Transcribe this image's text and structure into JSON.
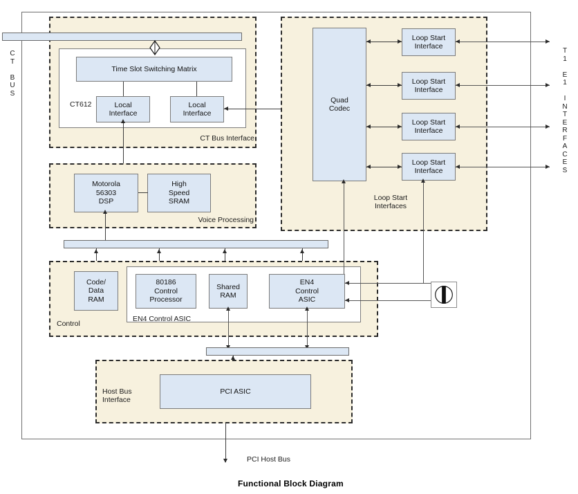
{
  "caption": "Functional Block Diagram",
  "edge_labels": {
    "ct_bus": "C\nT\n\nB\nU\nS",
    "t1e1": "T\n1\n\nE\n1\n\nI\nN\nT\nE\nR\nF\nA\nC\nE\nS"
  },
  "regions": {
    "ct_bus_interface": {
      "label": "CT Bus Interface"
    },
    "voice_processing": {
      "label": "Voice Processing"
    },
    "control": {
      "label": "Control"
    },
    "host_bus_interface": {
      "label": "Host Bus\nInterface"
    },
    "loop_start_interfaces": {
      "label": "Loop Start\nInterfaces"
    }
  },
  "enclosures": {
    "ct612": {
      "label": "CT612"
    },
    "en4_control_asic": {
      "label": "EN4 Control ASIC"
    }
  },
  "blocks": {
    "time_slot_switching_matrix": "Time Slot Switching Matrix",
    "local_interface_1": "Local\nInterface",
    "local_interface_2": "Local\nInterface",
    "motorola_dsp": "Motorola\n56303\nDSP",
    "high_speed_sram": "High\nSpeed\nSRAM",
    "code_data_ram": "Code/\nData\nRAM",
    "control_processor": "80186\nControl\nProcessor",
    "shared_ram": "Shared\nRAM",
    "en4_control_asic_block": "EN4\nControl\nASIC",
    "pci_asic": "PCI ASIC",
    "quad_codec": "Quad\nCodec",
    "loop_start_interface_1": "Loop Start\nInterface",
    "loop_start_interface_2": "Loop Start\nInterface",
    "loop_start_interface_3": "Loop Start\nInterface",
    "loop_start_interface_4": "Loop Start\nInterface"
  },
  "buses": {
    "ct_bus_bar": "",
    "internal_bus_bar": "",
    "host_bus_bar": "",
    "pci_host_bus_label": "PCI Host Bus"
  },
  "colors": {
    "block_fill": "#dce7f4",
    "block_border": "#7a7a7a",
    "region_fill": "#f7f1de",
    "region_border": "#2a2a2a",
    "frame_border": "#6f6f6f",
    "line": "#3b3b3b",
    "page_background": "#ffffff"
  }
}
